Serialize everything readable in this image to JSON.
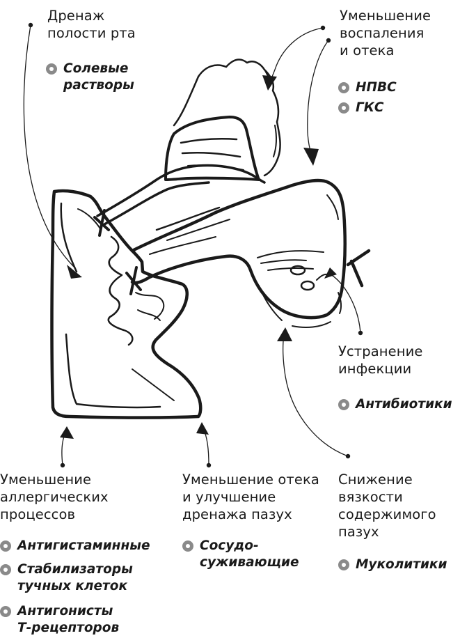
{
  "goals": {
    "drainage": "Дренаж\nполости рта",
    "inflammation": "Уменьшение\nвоспаления\nи отека",
    "infection": "Устранение\nинфекции",
    "allergy": "Уменьшение\nаллергических\nпроцессов",
    "edema": "Уменьшение отека\nи улучшение\nдренажа пазух",
    "viscosity": "Снижение\nвязкости\nсодержимого\nпазух"
  },
  "drugs": {
    "saline": "Солевые\nрастворы",
    "nsaid": "НПВС",
    "gcs": "ГКС",
    "antibiotics": "Антибиотики",
    "antihistamines": "Антигистаминные",
    "mast_cell": "Стабилизаторы\nтучных клеток",
    "t_receptor": "Антигонисты\nТ-рецепторов",
    "vasoconstrictors": "Сосудо-\nсуживающие",
    "mucolytics": "Муколитики"
  },
  "colors": {
    "ink": "#1a1a1a",
    "bullet": "#8a8a8a",
    "background": "#ffffff"
  }
}
